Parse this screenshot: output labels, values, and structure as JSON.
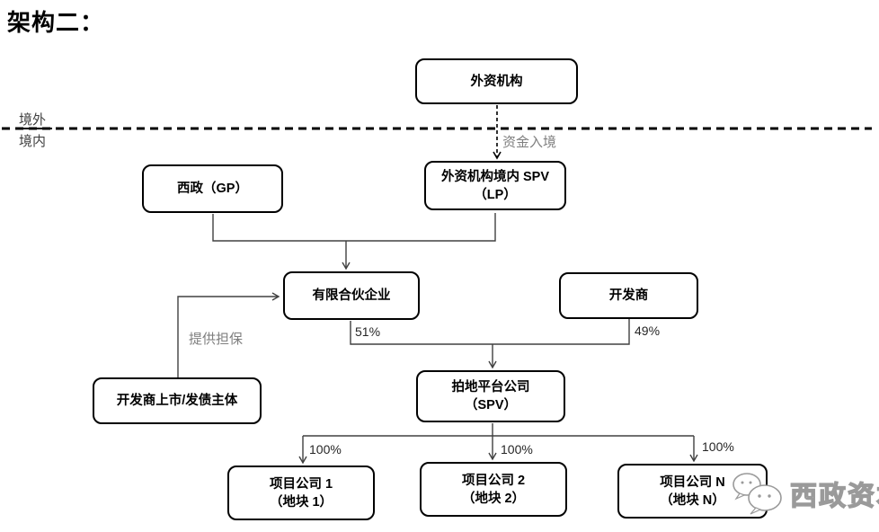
{
  "title": "架构二：",
  "border_labels": {
    "offshore": "境外",
    "onshore": "境内"
  },
  "nodes": {
    "foreign": {
      "line1": "外资机构"
    },
    "spv_lp": {
      "line1": "外资机构境内 SPV",
      "line2": "（LP）"
    },
    "gp": {
      "line1": "西政（GP）"
    },
    "partnership": {
      "line1": "有限合伙企业"
    },
    "developer": {
      "line1": "开发商"
    },
    "platform": {
      "line1": "拍地平台公司",
      "line2": "（SPV）"
    },
    "guarantor": {
      "line1": "开发商上市/发债主体"
    },
    "project1": {
      "line1": "项目公司 1",
      "line2": "（地块 1）"
    },
    "project2": {
      "line1": "项目公司 2",
      "line2": "（地块 2）"
    },
    "projectN": {
      "line1": "项目公司 N",
      "line2": "（地块 N）"
    }
  },
  "edge_labels": {
    "capital_entry": "资金入境",
    "guarantee": "提供担保",
    "partnership_share": "51%",
    "developer_share": "49%",
    "project1_share": "100%",
    "project2_share": "100%",
    "projectN_share": "100%"
  },
  "watermark": {
    "text": "西政资本",
    "icon": "wechat-logo-icon"
  },
  "colors": {
    "background": "#ffffff",
    "box_border": "#000000",
    "connector_line": "#404040",
    "gray_label": "#7f7f7f",
    "dashed_border_line": "#000000"
  }
}
